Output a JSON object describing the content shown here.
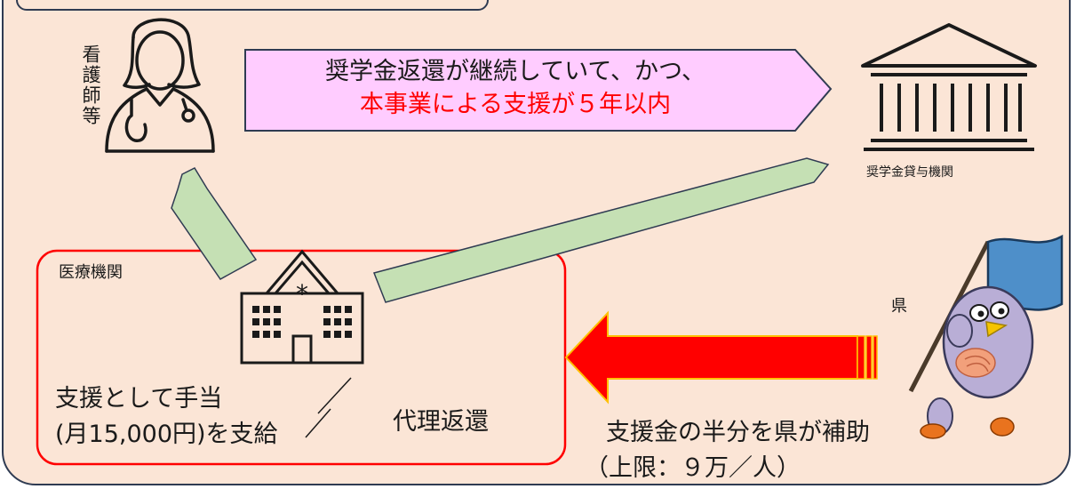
{
  "labels": {
    "nurse": "看護師等",
    "lender": "奨学金貸与機関",
    "hospital": "医療機関",
    "prefecture": "県"
  },
  "banner": {
    "line1": "奨学金返還が継続していて、かつ、",
    "line2": "本事業による支援が５年以内"
  },
  "hospital_box": {
    "allowance_line1": "支援として手当",
    "allowance_line2": "(月15,000円)を支給",
    "proxy_repayment": "代理返還"
  },
  "subsidy": {
    "line1": "支援金の半分を県が補助",
    "line2": "（上限：９万／人）"
  },
  "colors": {
    "panel_bg": "#fbe5d6",
    "border": "#2f3b52",
    "banner_fill": "#ffccff",
    "green_arrow": "#c5e0b4",
    "red_arrow": "#ff0000",
    "red_arrow_outline": "#ffc000",
    "hospital_box_border": "#ff0000",
    "highlight_text": "#ff0000"
  },
  "icons": {
    "nurse": "nurse-icon",
    "lender": "bank-building-icon",
    "hospital": "hospital-icon",
    "mascot": "bird-mascot-with-flag"
  }
}
